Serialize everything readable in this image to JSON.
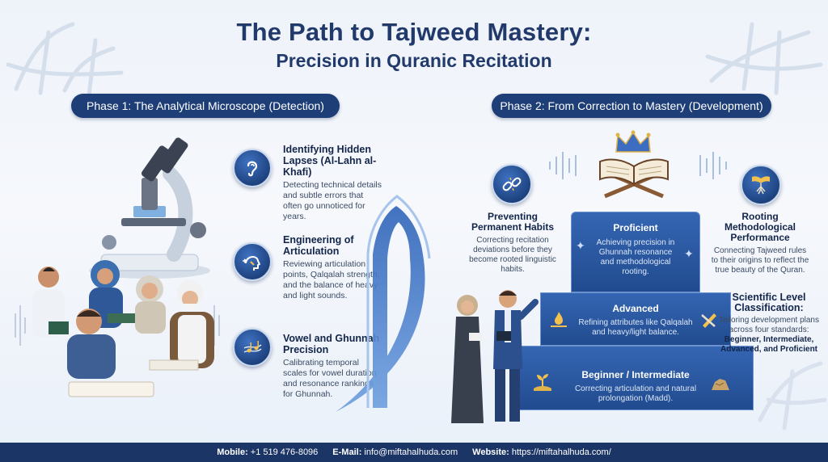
{
  "title": {
    "line1": "The Path to Tajweed Mastery:",
    "line2": "Precision in Quranic Recitation"
  },
  "phase1": {
    "label": "Phase 1: The Analytical Microscope (Detection)",
    "features": [
      {
        "title": "Identifying Hidden Lapses (Al-Lahn al-Khafi)",
        "desc": "Detecting technical details and subtle errors that often go unnoticed for years.",
        "icon": "ear-icon"
      },
      {
        "title": "Engineering of Articulation",
        "desc": "Reviewing articulation points, Qalqalah strength, and the balance of heavy and light sounds.",
        "icon": "head-profile-icon"
      },
      {
        "title": "Vowel and Ghunnah Precision",
        "desc": "Calibrating temporal scales for vowel duration and resonance rankings for Ghunnah.",
        "icon": "music-notes-icon"
      }
    ]
  },
  "phase2": {
    "label": "Phase 2: From Correction to Mastery (Development)",
    "left_feature": {
      "title": "Preventing Permanent Habits",
      "desc": "Correcting recitation deviations before they become rooted linguistic habits.",
      "icon": "broken-chain-icon"
    },
    "right_feature": {
      "title": "Rooting Methodological Performance",
      "desc": "Connecting Tajweed rules to their origins to reflect the true beauty of the Quran.",
      "icon": "book-roots-icon"
    },
    "classification": {
      "title": "Scientific Level Classification:",
      "desc": "Tailoring development plans across four standards:",
      "levels": "Beginner, Intermediate, Advanced, and Proficient"
    },
    "steps": [
      {
        "title": "Proficient",
        "desc": "Achieving precision in Ghunnah resonance and methodological rooting."
      },
      {
        "title": "Advanced",
        "desc": "Refining attributes like Qalqalah and heavy/light balance."
      },
      {
        "title": "Beginner / Intermediate",
        "desc": "Correcting articulation and natural prolongation (Madd)."
      }
    ]
  },
  "footer": {
    "mobile_label": "Mobile:",
    "mobile": "+1 519 476-8096",
    "email_label": "E-Mail:",
    "email": "info@miftahalhuda.com",
    "website_label": "Website:",
    "website": "https://miftahalhuda.com/"
  },
  "colors": {
    "navy": "#1e3e78",
    "step_blue": "#2b579e",
    "gold": "#e0b24a",
    "crown_blue": "#3c6dc0"
  }
}
